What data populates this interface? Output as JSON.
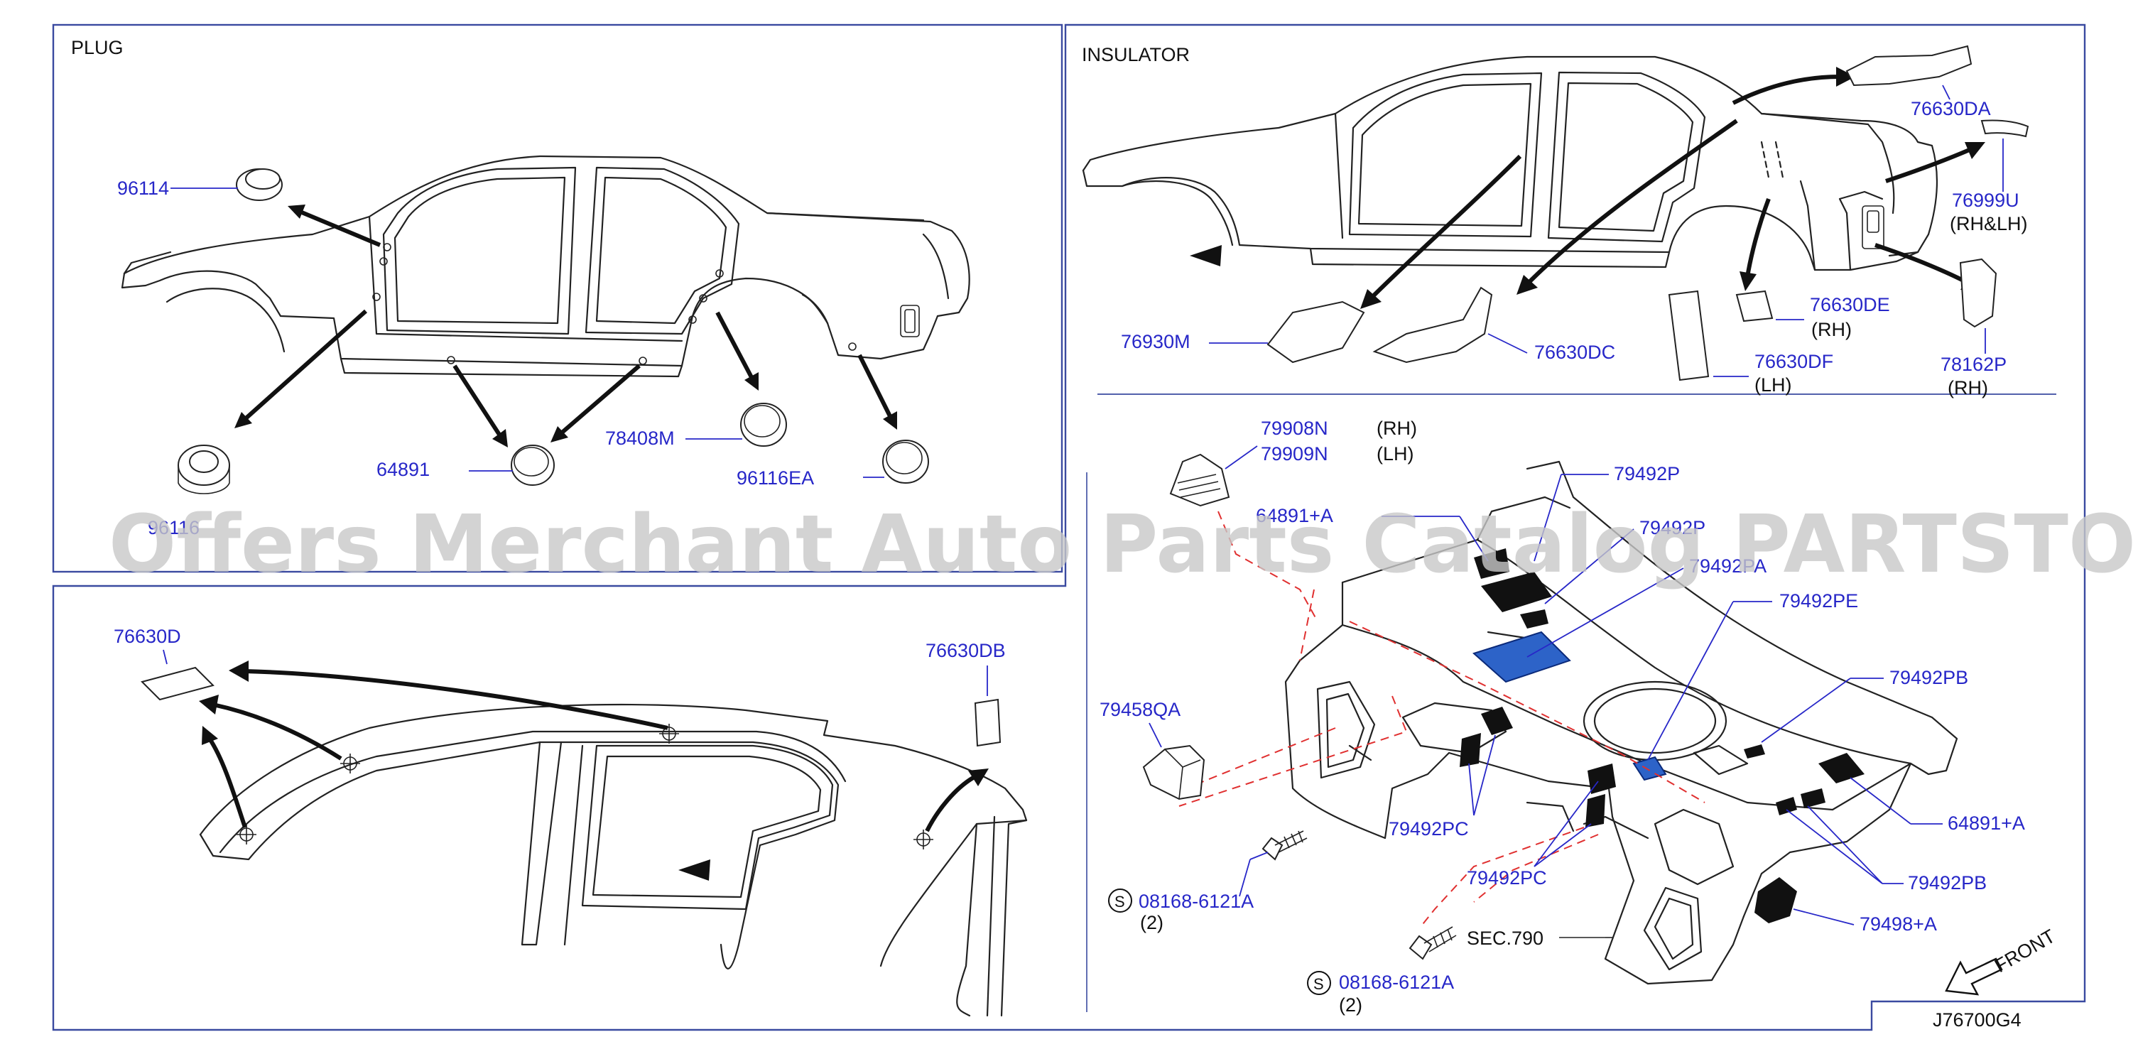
{
  "sections": {
    "plug": "PLUG",
    "insulator": "INSULATOR"
  },
  "parts": {
    "p96114": "96114",
    "p96116x": "96116",
    "p64891": "64891",
    "p78408M": "78408M",
    "p96116EA": "96116EA",
    "p76630D": "76630D",
    "p76630DB": "76630DB",
    "p76630DA": "76630DA",
    "p76999U": "76999U",
    "p76999U_side": "(RH&LH)",
    "p76930M": "76930M",
    "p76630DC": "76630DC",
    "p76630DE": "76630DE",
    "p76630DE_side": "(RH)",
    "p76630DF": "76630DF",
    "p76630DF_side": "(LH)",
    "p78162P": "78162P",
    "p78162P_side": "(RH)",
    "p79908N": "79908N",
    "p79908N_side": "(RH)",
    "p79909N": "79909N",
    "p79909N_side": "(LH)",
    "p79492P": "79492P",
    "p64891A_top": "64891+A",
    "p79492P_B": "79492P",
    "p79492PA": "79492PA",
    "p79492PE": "79492PE",
    "p79458QA": "79458QA",
    "p79492PB_1": "79492PB",
    "p79492PC_1": "79492PC",
    "p79492PC_2": "79492PC",
    "p64891A": "64891+A",
    "p79492PB_2": "79492PB",
    "p79498A": "79498+A",
    "bolt1": "08168-6121A",
    "bolt1_qty": "(2)",
    "bolt2": "08168-6121A",
    "bolt2_qty": "(2)",
    "bolt_symbol": "S",
    "sec790": "SEC.790",
    "front": "FRONT"
  },
  "diagram_code": "J76700G4",
  "watermark": "Offers Merchant Auto Parts Catalog PARTSTORE.SA",
  "colors": {
    "label_blue": "#2727c8",
    "frame": "#3a4aa0",
    "dashed_guides": "#e03030",
    "highlight_pad": "#2d63c8",
    "watermark": "#c8c8c8"
  }
}
